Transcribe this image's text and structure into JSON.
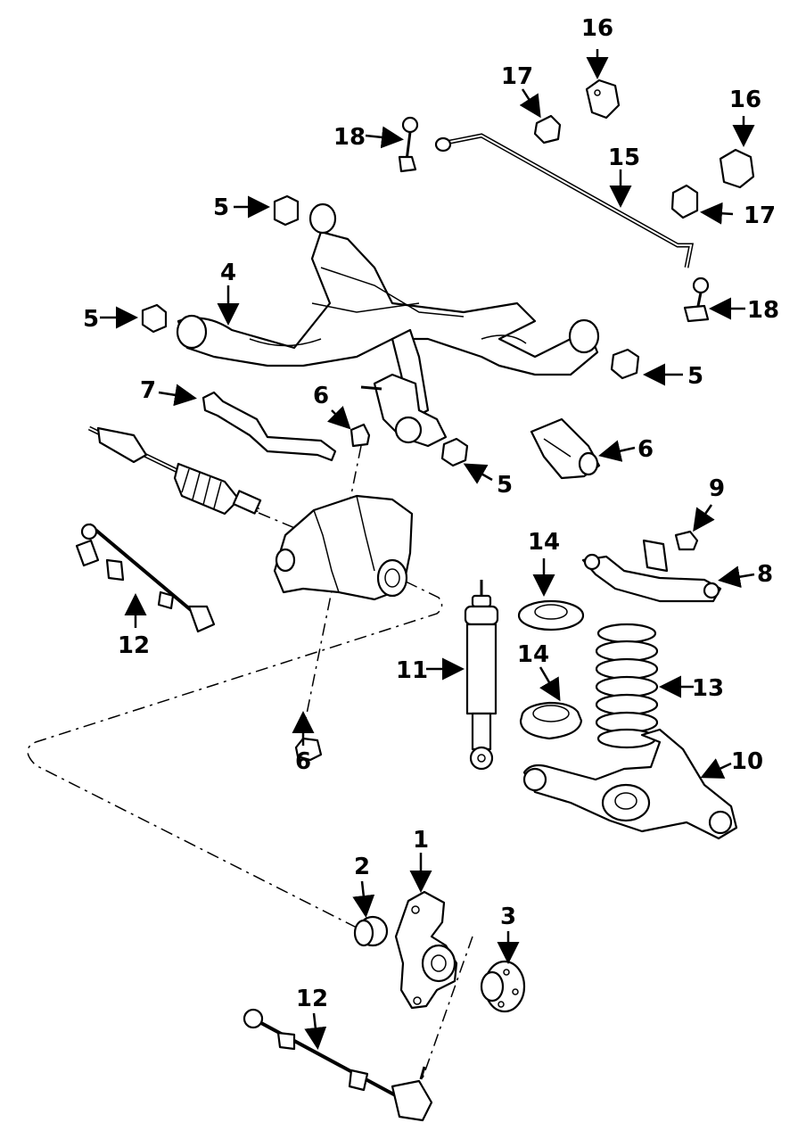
{
  "diagram": {
    "callouts": {
      "c1": "1",
      "c2": "2",
      "c3": "3",
      "c4": "4",
      "c5a": "5",
      "c5b": "5",
      "c5c": "5",
      "c5d": "5",
      "c6a": "6",
      "c6b": "6",
      "c6c": "6",
      "c7": "7",
      "c8": "8",
      "c9": "9",
      "c10": "10",
      "c11": "11",
      "c12a": "12",
      "c12b": "12",
      "c13": "13",
      "c14a": "14",
      "c14b": "14",
      "c15": "15",
      "c16a": "16",
      "c16b": "16",
      "c17a": "17",
      "c17b": "17",
      "c18a": "18",
      "c18b": "18"
    }
  }
}
